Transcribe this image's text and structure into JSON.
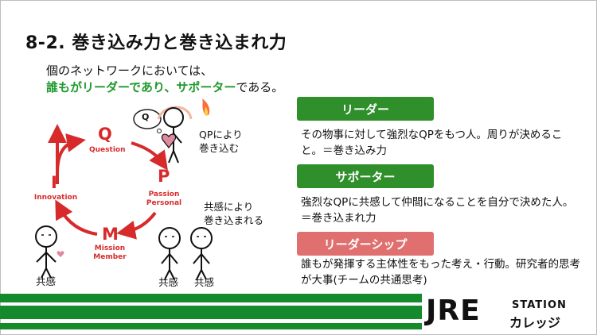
{
  "slide": {
    "title": "8-2. 巻き込み力と巻き込まれ力",
    "intro_line1": "個のネットワークにおいては、",
    "intro_line2_highlight": "誰もがリーダーであり、サポーター",
    "intro_line2_suffix": "である。"
  },
  "roles": [
    {
      "label": "リーダー",
      "color": "#2f8f2a",
      "desc": "その物事に対して強烈なQPをもつ人。周りが決めること。＝巻き込み力"
    },
    {
      "label": "サポーター",
      "color": "#2f8f2a",
      "desc": "強烈なQPに共感して仲間になることを自分で決めた人。＝巻き込まれ力"
    },
    {
      "label": "リーダーシップ",
      "color": "#e07070",
      "desc": "誰もが発揮する主体性をもった考え・行動。研究者的思考が大事(チームの共通思考)"
    }
  ],
  "cycle": {
    "q_letter": "Q",
    "q_word": "Question",
    "p_letter": "P",
    "p_word1": "Passion",
    "p_word2": "Personal",
    "m_letter": "M",
    "m_word1": "Mission",
    "m_word2": "Member",
    "i_letter": "I",
    "i_word": "Innovation",
    "bubble": "Q",
    "accent_color": "#d72b2b"
  },
  "captions": {
    "leader_line1": "QPにより",
    "leader_line2": "巻き込む",
    "supporter_line1": "共感により",
    "supporter_line2": "巻き込まれる",
    "empathy_left": "共感",
    "empathy_mid": "共感",
    "empathy_right": "共感"
  },
  "logo": {
    "main": "JRE",
    "sub_top": "STATION",
    "sub_bottom": "カレッジ"
  }
}
